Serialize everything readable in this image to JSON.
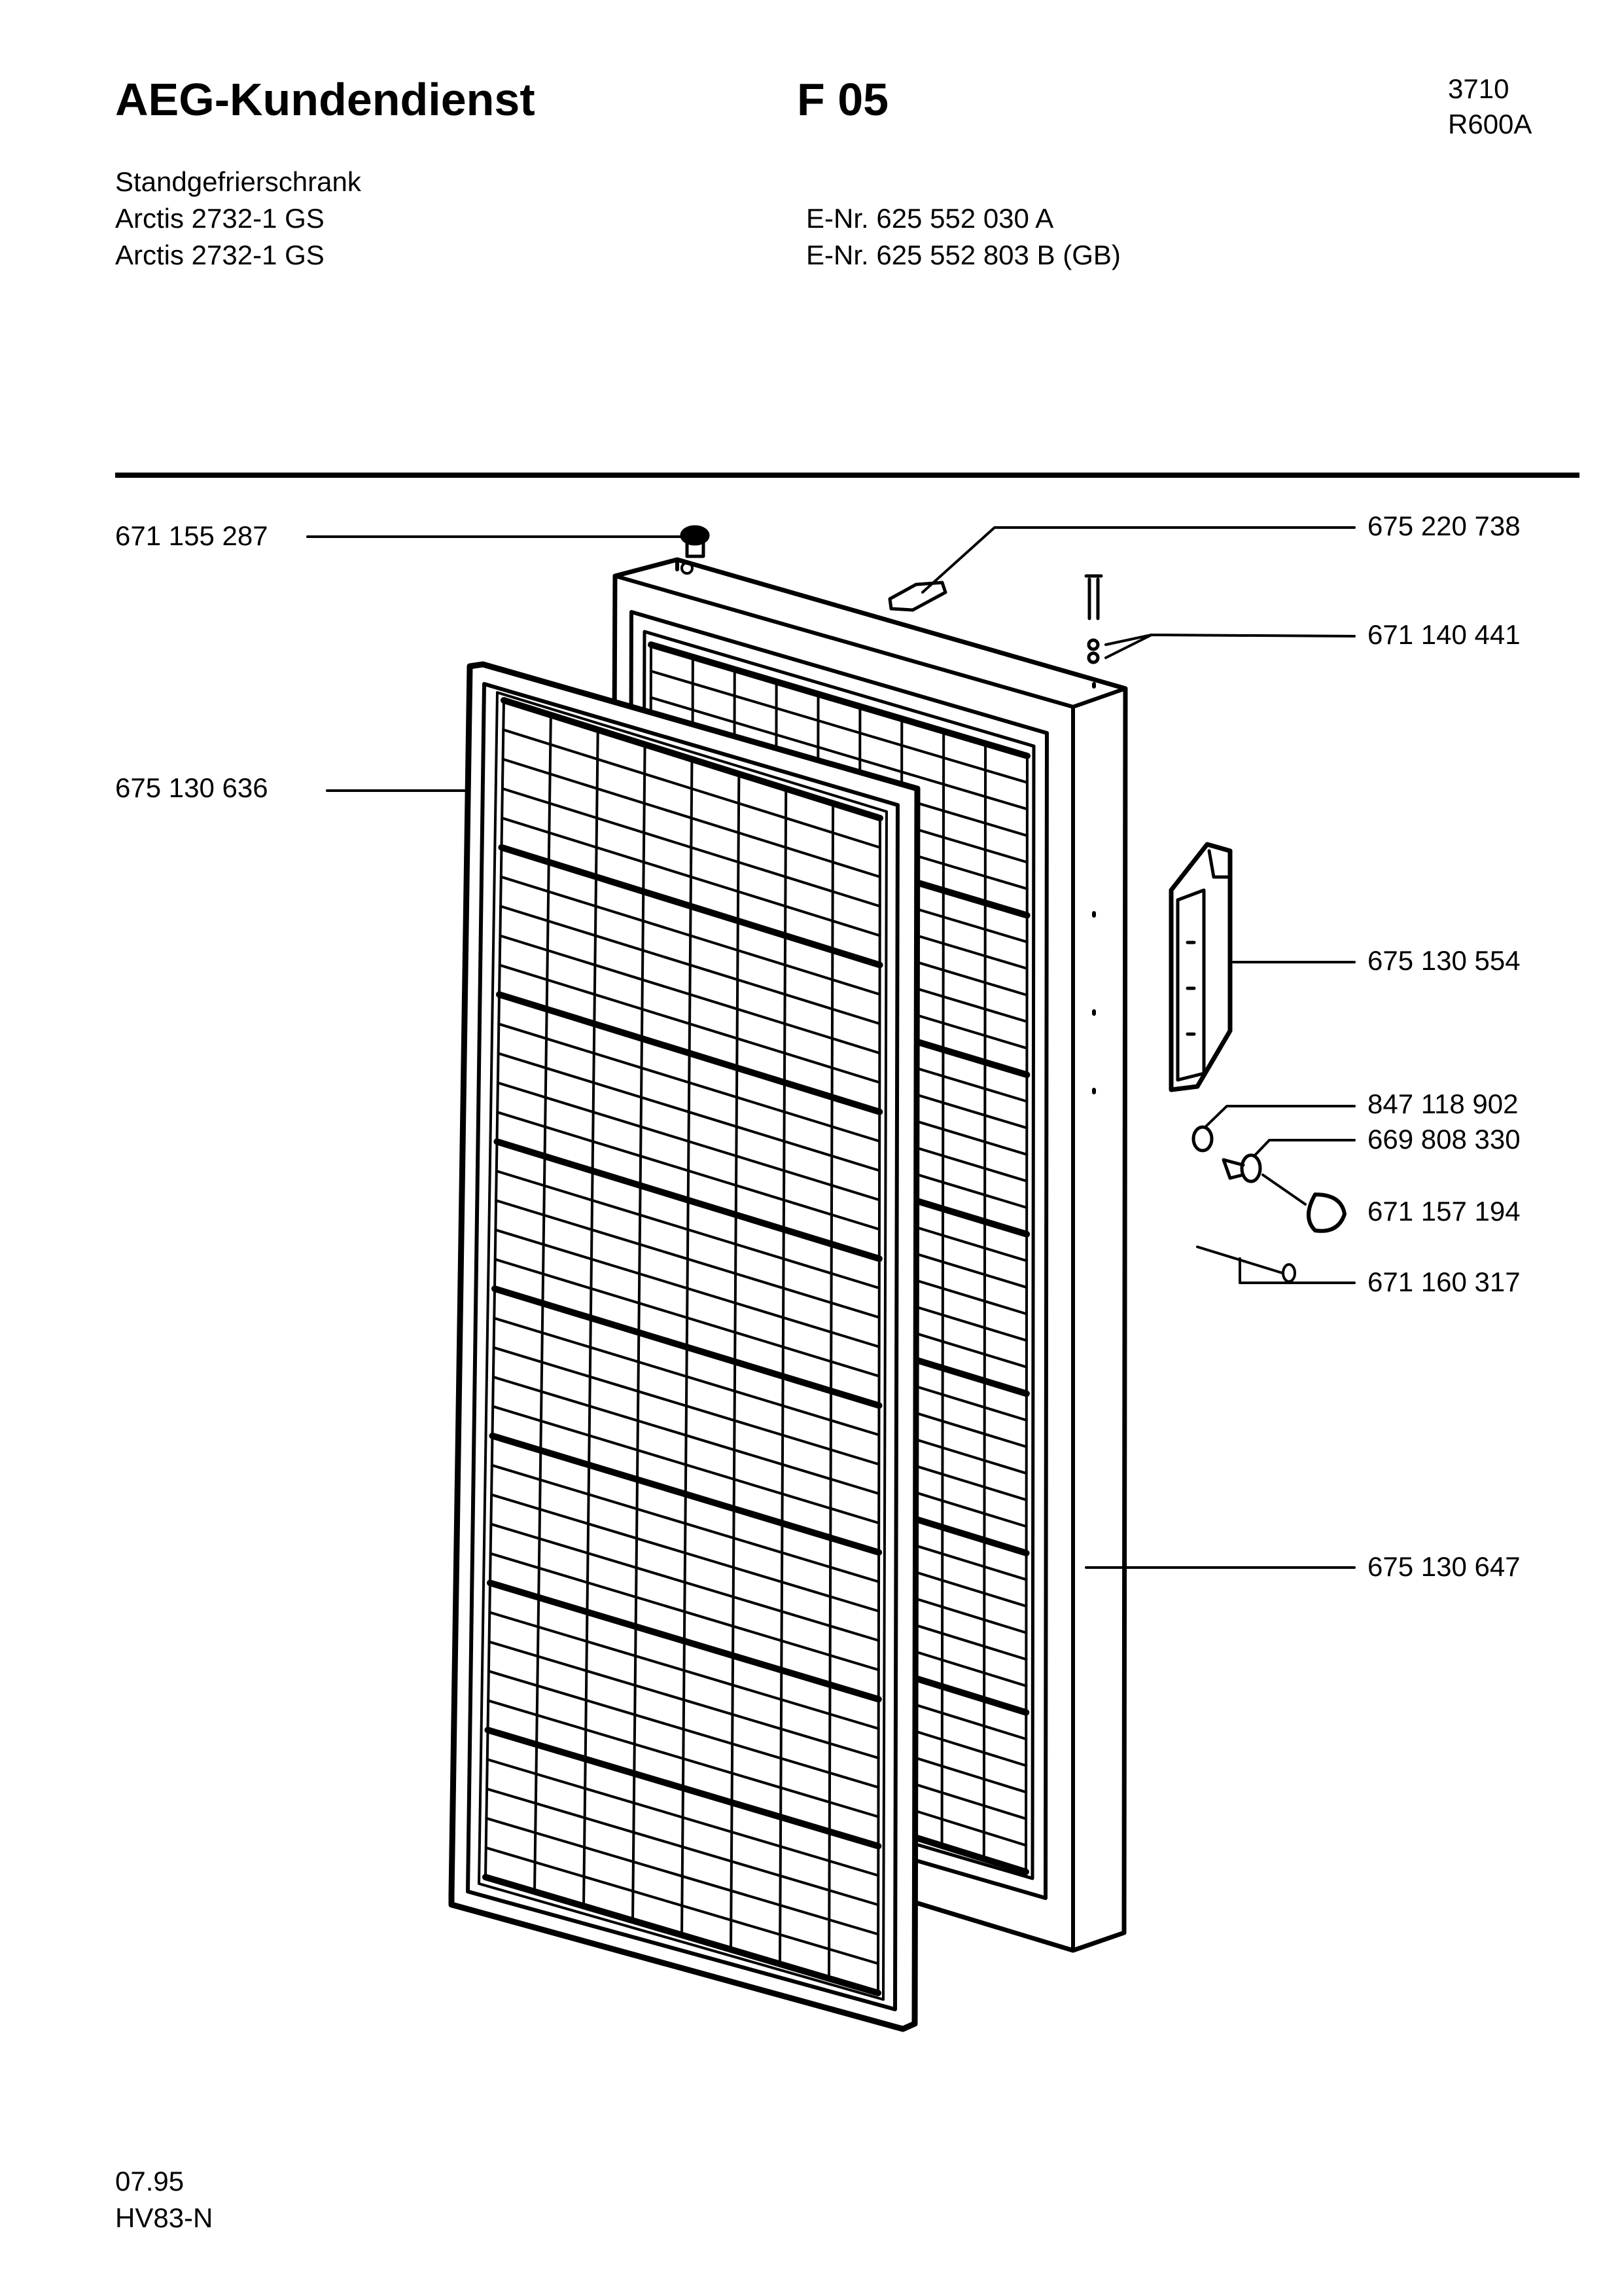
{
  "header": {
    "title": "AEG-Kundendienst",
    "section": "F 05",
    "code1": "3710",
    "code2": "R600A"
  },
  "device": {
    "type": "Standgefrierschrank",
    "models": [
      {
        "name": "Arctis 2732-1 GS",
        "enr": "E-Nr. 625 552 030 A"
      },
      {
        "name": "Arctis 2732-1 GS",
        "enr": "E-Nr. 625 552 803 B  (GB)"
      }
    ]
  },
  "parts": {
    "top_cap": "671 155 287",
    "door_gasket": "675 130 636",
    "hinge_cover": "675 220 738",
    "hinge_pin": "671 140 441",
    "handle": "675 130 554",
    "washer": "847 118 902",
    "screw": "669 808 330",
    "screw_cover": "671 157 194",
    "split_pin": "671 160 317",
    "door": "675 130 647"
  },
  "footer": {
    "date": "07.95",
    "ref": "HV83-N"
  }
}
